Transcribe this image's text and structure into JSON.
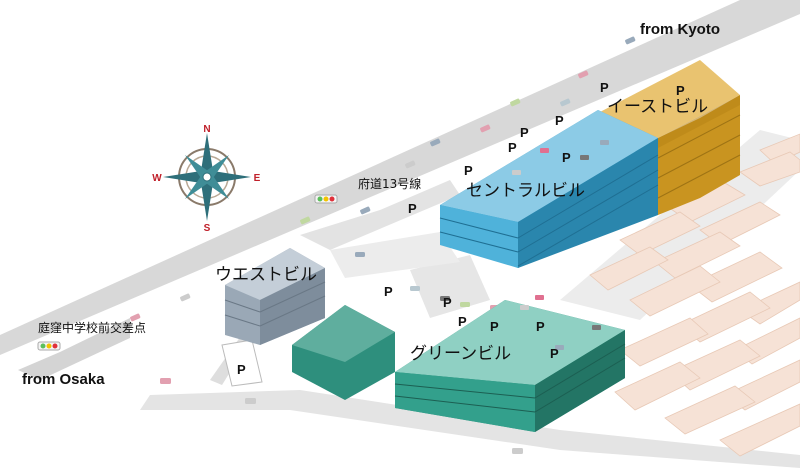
{
  "directions": {
    "from_kyoto": "from Kyoto",
    "from_osaka": "from Osaka"
  },
  "roads": {
    "main_road": "府道13号線",
    "intersection": "庭窪中学校前交差点"
  },
  "buildings": {
    "east": "イーストビル",
    "central": "セントラルビル",
    "west": "ウエストビル",
    "green": "グリーンビル"
  },
  "parking_symbol": "P",
  "compass": {
    "n": "N",
    "s": "S",
    "e": "E",
    "w": "W"
  },
  "colors": {
    "road": "#d8d8d8",
    "east_building": "#d9a63a",
    "central_building": "#3d9fc7",
    "west_building": "#9aa8b6",
    "green_building": "#2e8f7d",
    "compass_red": "#c0202a"
  }
}
